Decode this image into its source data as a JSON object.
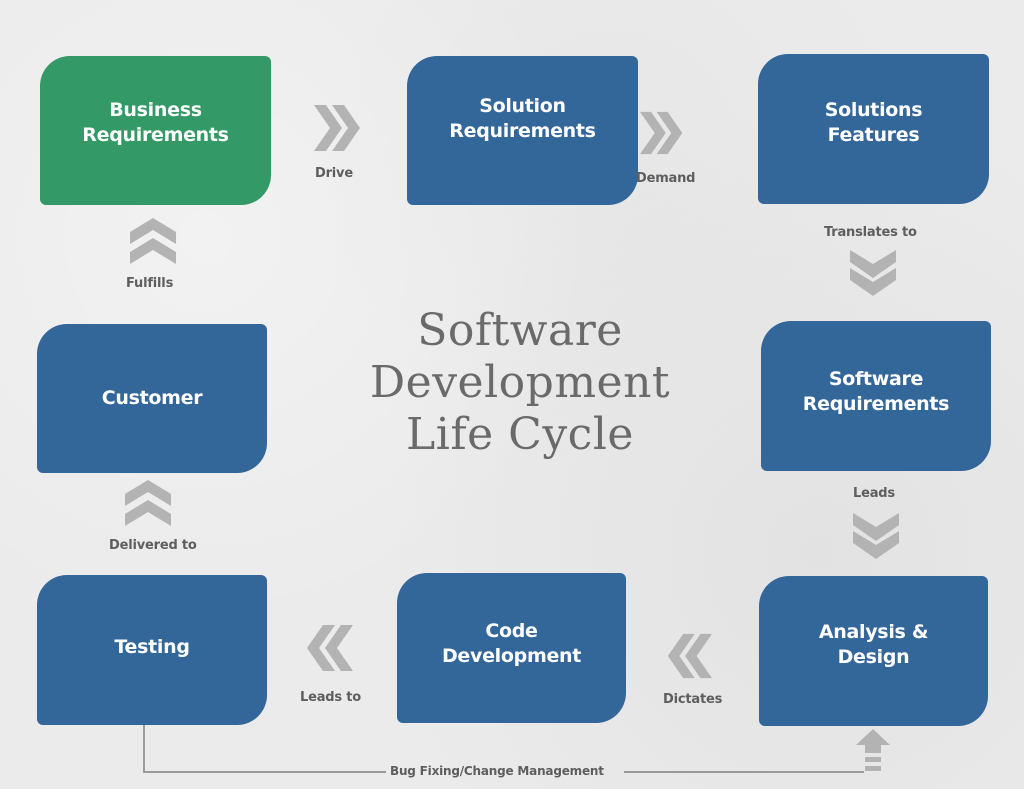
{
  "title": {
    "line1": "Software",
    "line2": "Development",
    "line3": "Life Cycle"
  },
  "nodes": {
    "business_requirements": {
      "line1": "Business",
      "line2": "Requirements",
      "color": "#339966"
    },
    "solution_requirements": {
      "line1": "Solution",
      "line2": "Requirements",
      "color": "#336699"
    },
    "solutions_features": {
      "line1": "Solutions",
      "line2": "Features",
      "color": "#336699"
    },
    "software_requirements": {
      "line1": "Software",
      "line2": "Requirements",
      "color": "#336699"
    },
    "analysis_design": {
      "line1": "Analysis &",
      "line2": "Design",
      "color": "#336699"
    },
    "code_development": {
      "line1": "Code",
      "line2": "Development",
      "color": "#336699"
    },
    "testing": {
      "line1": "Testing",
      "color": "#336699"
    },
    "customer": {
      "line1": "Customer",
      "color": "#336699"
    }
  },
  "edges": {
    "drive": {
      "label": "Drive",
      "icon": "double-chevron-right-icon"
    },
    "demand": {
      "label": "Demand",
      "icon": "double-chevron-right-icon"
    },
    "translates_to": {
      "label": "Translates to",
      "icon": "double-chevron-down-icon"
    },
    "leads": {
      "label": "Leads",
      "icon": "double-chevron-down-icon"
    },
    "dictates": {
      "label": "Dictates",
      "icon": "double-chevron-left-icon"
    },
    "leads_to": {
      "label": "Leads to",
      "icon": "double-chevron-left-icon"
    },
    "delivered_to": {
      "label": "Delivered to",
      "icon": "double-chevron-up-icon"
    },
    "fulfills": {
      "label": "Fulfills",
      "icon": "double-chevron-up-icon"
    },
    "bug_fixing": {
      "label": "Bug Fixing/Change Management",
      "icon": "up-arrow-icon"
    }
  },
  "colors": {
    "node_blue": "#336699",
    "node_green": "#339966",
    "arrow_gray": "#b3b3b3",
    "label_gray": "#5e5e5e",
    "background": "#ebebeb"
  }
}
